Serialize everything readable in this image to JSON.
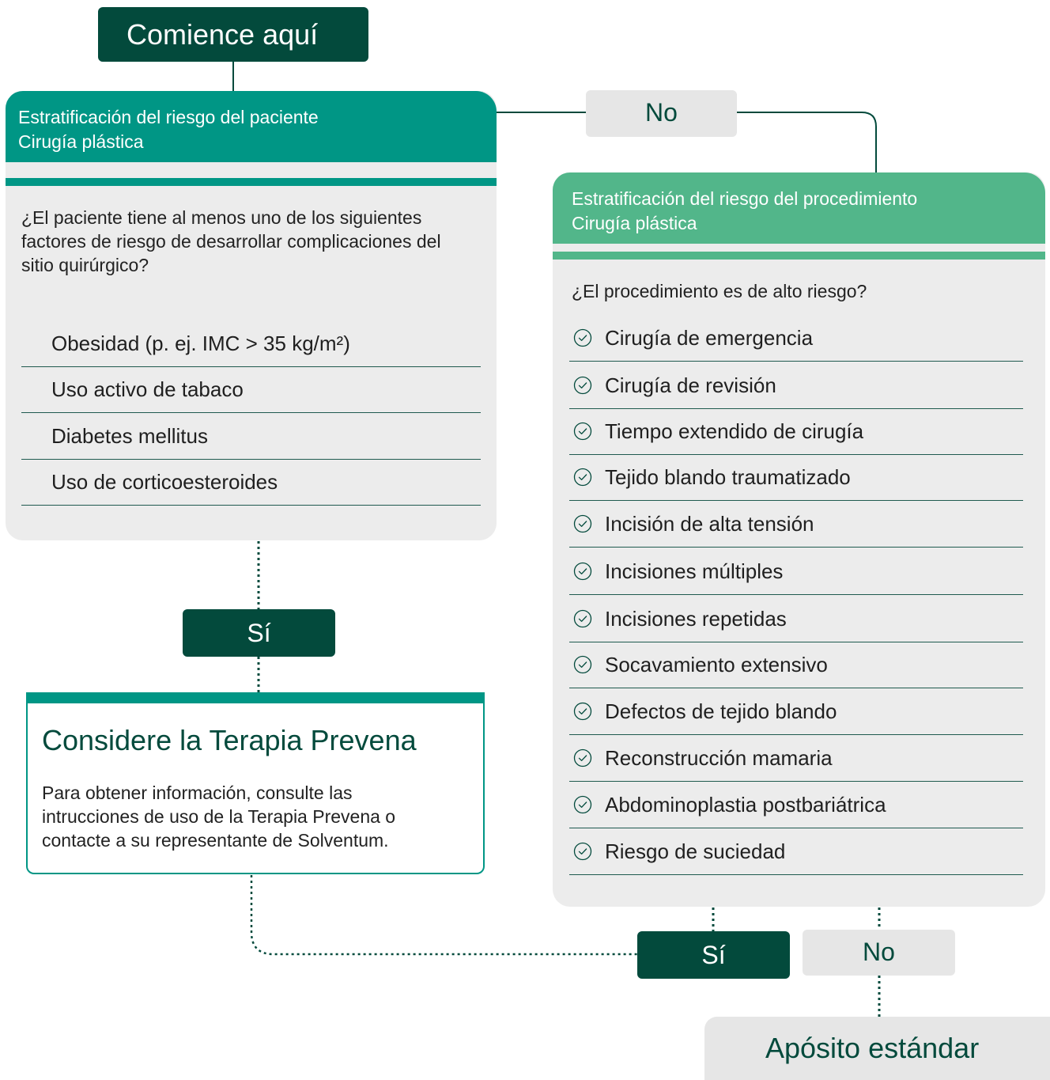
{
  "start": {
    "label": "Comience aquí"
  },
  "patient_panel": {
    "title": "Estratificación del riesgo del paciente",
    "subtitle": "Cirugía plástica",
    "question": "¿El paciente tiene al menos uno de los siguientes factores de riesgo de desarrollar complicaciones del sitio quirúrgico?",
    "items": [
      "Obesidad (p. ej. IMC > 35 kg/m²)",
      "Uso activo de tabaco",
      "Diabetes mellitus",
      "Uso de corticoesteroides"
    ]
  },
  "procedure_panel": {
    "title": "Estratificación del riesgo del procedimiento",
    "subtitle": "Cirugía plástica",
    "question": "¿El procedimiento es de alto riesgo?",
    "items": [
      "Cirugía de emergencia",
      "Cirugía de revisión",
      "Tiempo extendido de cirugía",
      "Tejido blando traumatizado",
      "Incisión de alta tensión",
      "Incisiones múltiples",
      "Incisiones repetidas",
      "Socavamiento extensivo",
      "Defectos de tejido blando",
      "Reconstrucción mamaria",
      "Abdominoplastia postbariátrica",
      "Riesgo de suciedad"
    ],
    "item_icon": "check-circle-icon"
  },
  "pills": {
    "no_top": "No",
    "yes_patient": "Sí",
    "yes_procedure": "Sí",
    "no_procedure": "No"
  },
  "consider": {
    "title": "Considere la Terapia Prevena",
    "body": "Para obtener información, consulte las intrucciones de uso de la Terapia Prevena o contacte a su representante de Solventum."
  },
  "standard": {
    "label": "Apósito estándar"
  },
  "colors": {
    "dark_green": "#034a3c",
    "teal": "#009685",
    "light_green": "#52b68a",
    "panel_gray": "#ececec"
  }
}
